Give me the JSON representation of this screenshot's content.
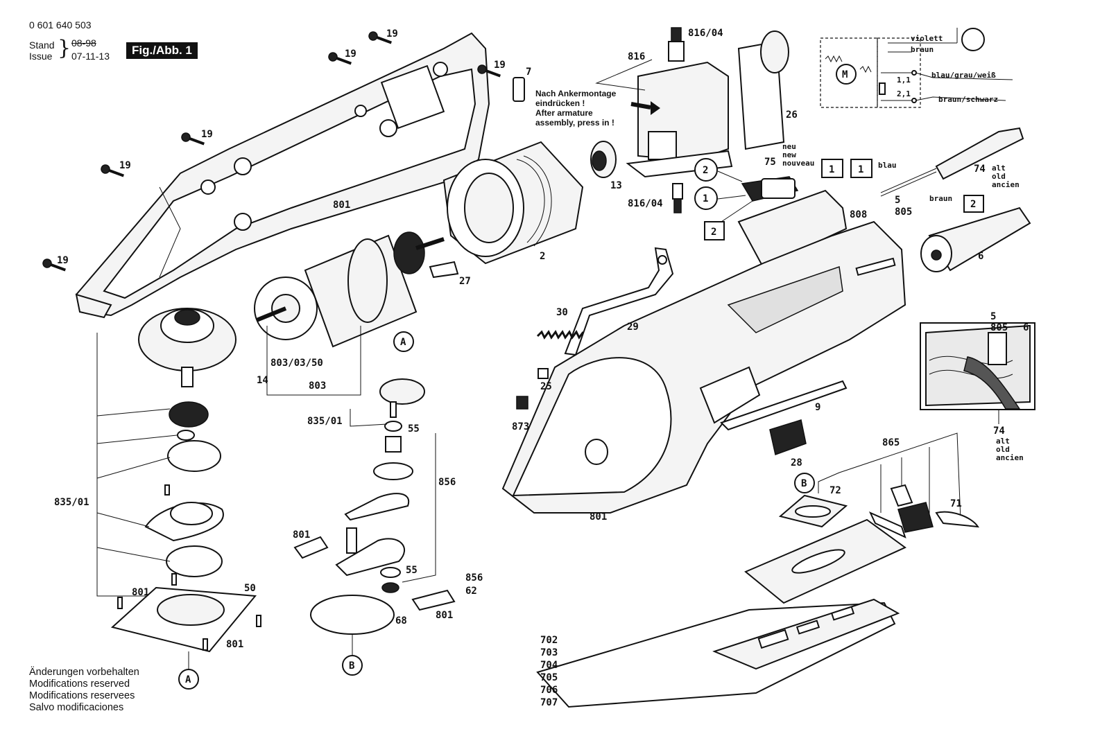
{
  "header": {
    "doc_number": "0 601 640 503",
    "stand_label": "Stand",
    "issue_label": "Issue",
    "old_date": "08-98",
    "new_date": "07-11-13",
    "figure": "Fig./Abb. 1"
  },
  "assembly_note": [
    "Nach Ankermontage",
    "eindrücken !",
    "After armature",
    "assembly, press in !"
  ],
  "footer_notes": [
    "Änderungen vorbehalten",
    "Modifications reserved",
    "Modifications reservees",
    "Salvo modificaciones"
  ],
  "wiring": {
    "wires": [
      "violett",
      "braun",
      "blau/grau/weiß",
      "braun/schwarz"
    ],
    "contacts": [
      "1,1",
      "2,1"
    ],
    "motor": "M"
  },
  "markers": {
    "circled_1": "1",
    "circled_2": "2",
    "boxed_1": "1",
    "boxed_2": "2",
    "circled_A": "A",
    "circled_B": "B"
  },
  "cable_labels": {
    "new_lines": [
      "neu",
      "new",
      "nouveau"
    ],
    "alt_lines": [
      "alt",
      "old",
      "ancien"
    ],
    "blau": "blau",
    "braun": "braun"
  },
  "parts": {
    "p19": "19",
    "p7": "7",
    "p801": "801",
    "p2": "2",
    "p27": "27",
    "p13": "13",
    "p816_04": "816/04",
    "p816": "816",
    "p26": "26",
    "p75": "75",
    "p74": "74",
    "p5": "5",
    "p805": "805",
    "p808": "808",
    "p6": "6",
    "p30": "30",
    "p29": "29",
    "p25": "25",
    "p873": "873",
    "p9": "9",
    "p28": "28",
    "p865": "865",
    "p72": "72",
    "p71": "71",
    "p803_03_50": "803/03/50",
    "p14": "14",
    "p803": "803",
    "p835_01": "835/01",
    "p55": "55",
    "p856": "856",
    "p62": "62",
    "p68": "68",
    "p50": "50",
    "p702": "702",
    "p703": "703",
    "p704": "704",
    "p705": "705",
    "p706": "706",
    "p707": "707"
  }
}
